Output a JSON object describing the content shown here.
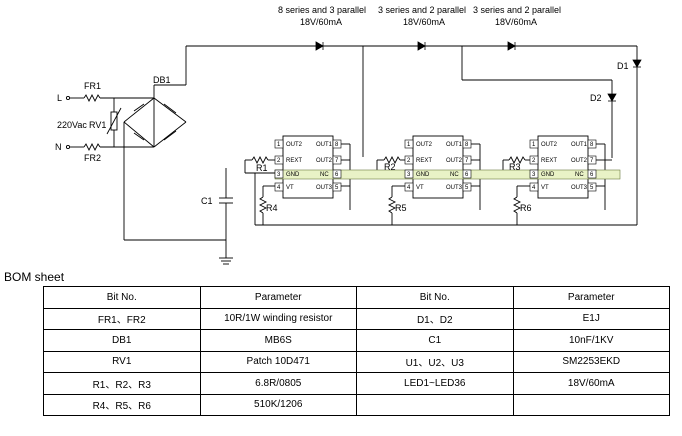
{
  "schematic": {
    "led_strings": [
      {
        "title": "8 series and 3 parallel",
        "rating": "18V/60mA"
      },
      {
        "title": "3 series and 2 parallel",
        "rating": "18V/60mA"
      },
      {
        "title": "3 series and 2 parallel",
        "rating": "18V/60mA"
      }
    ],
    "labels": {
      "l": "L",
      "n": "N",
      "vac": "220Vac",
      "fr1": "FR1",
      "fr2": "FR2",
      "rv1": "RV1",
      "db1": "DB1",
      "c1": "C1",
      "d1": "D1",
      "d2": "D2",
      "r1": "R1",
      "r2": "R2",
      "r3": "R3",
      "r4": "R4",
      "r5": "R5",
      "r6": "R6"
    },
    "ic": {
      "left_pins": [
        "OUT2",
        "REXT",
        "GND",
        "VT"
      ],
      "right_pins": [
        "OUT1",
        "OUT2",
        "NC",
        "OUT3"
      ],
      "left_nums": [
        "1",
        "2",
        "3",
        "4"
      ],
      "right_nums": [
        "8",
        "7",
        "6",
        "5"
      ]
    }
  },
  "bom": {
    "title": "BOM sheet",
    "headers": [
      "Bit No.",
      "Parameter",
      "Bit No.",
      "Parameter"
    ],
    "rows": [
      [
        "FR1、FR2",
        "10R/1W winding resistor",
        "D1、D2",
        "E1J"
      ],
      [
        "DB1",
        "MB6S",
        "C1",
        "10nF/1KV"
      ],
      [
        "RV1",
        "Patch 10D471",
        "U1、U2、U3",
        "SM2253EKD"
      ],
      [
        "R1、R2、R3",
        "6.8R/0805",
        "LED1~LED36",
        "18V/60mA"
      ],
      [
        "R4、R5、R6",
        "510K/1206",
        "",
        ""
      ]
    ]
  }
}
